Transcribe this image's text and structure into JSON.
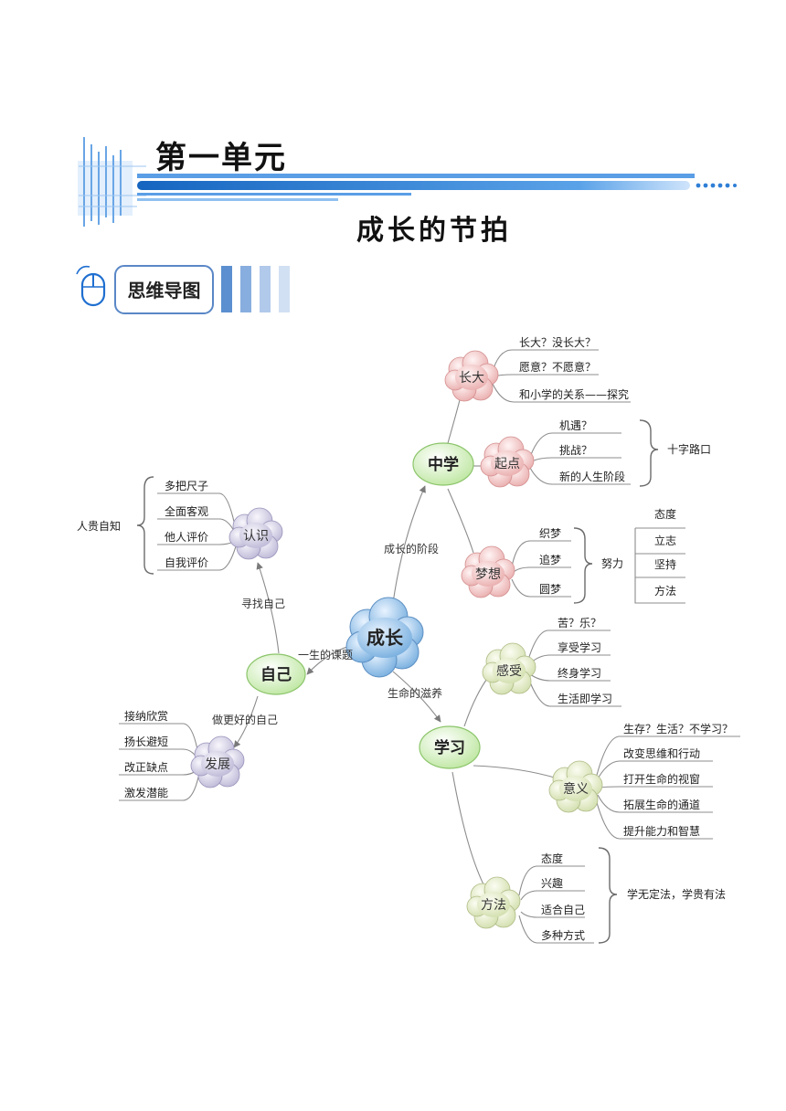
{
  "header": {
    "unit_title": "第一单元",
    "subtitle": "成长的节拍",
    "badge": "思维导图"
  },
  "mindmap": {
    "center": "成长",
    "edges": {
      "center_zhongxue": "成长的阶段",
      "center_ziji": "一生的课题",
      "center_xuexi": "生命的滋养",
      "ziji_renshi": "寻找自己",
      "ziji_fazhan": "做更好的自己"
    },
    "zhongxue": {
      "label": "中学",
      "zhangda": {
        "label": "长大",
        "items": [
          "长大？没长大？",
          "愿意？不愿意？",
          "和小学的关系——探究"
        ]
      },
      "qidian": {
        "label": "起点",
        "items": [
          "机遇？",
          "挑战？",
          "新的人生阶段"
        ],
        "note": "十字路口"
      },
      "mengxiang": {
        "label": "梦想",
        "items": [
          "织梦",
          "追梦",
          "圆梦"
        ],
        "effort": "努力",
        "effort_items": [
          "态度",
          "立志",
          "坚持",
          "方法"
        ]
      }
    },
    "ziji": {
      "label": "自己",
      "renshi": {
        "label": "认识",
        "items": [
          "多把尺子",
          "全面客观",
          "他人评价",
          "自我评价"
        ],
        "note": "人贵自知"
      },
      "fazhan": {
        "label": "发展",
        "items": [
          "接纳欣赏",
          "扬长避短",
          "改正缺点",
          "激发潜能"
        ]
      }
    },
    "xuexi": {
      "label": "学习",
      "ganshou": {
        "label": "感受",
        "items": [
          "苦？乐？",
          "享受学习",
          "终身学习",
          "生活即学习"
        ]
      },
      "yiyi": {
        "label": "意义",
        "items": [
          "生存？生活？不学习？",
          "改变思维和行动",
          "打开生命的视窗",
          "拓展生命的通道",
          "提升能力和智慧"
        ]
      },
      "fangfa": {
        "label": "方法",
        "items": [
          "态度",
          "兴趣",
          "适合自己",
          "多种方式"
        ],
        "note": "学无定法，学贵有法"
      }
    }
  }
}
